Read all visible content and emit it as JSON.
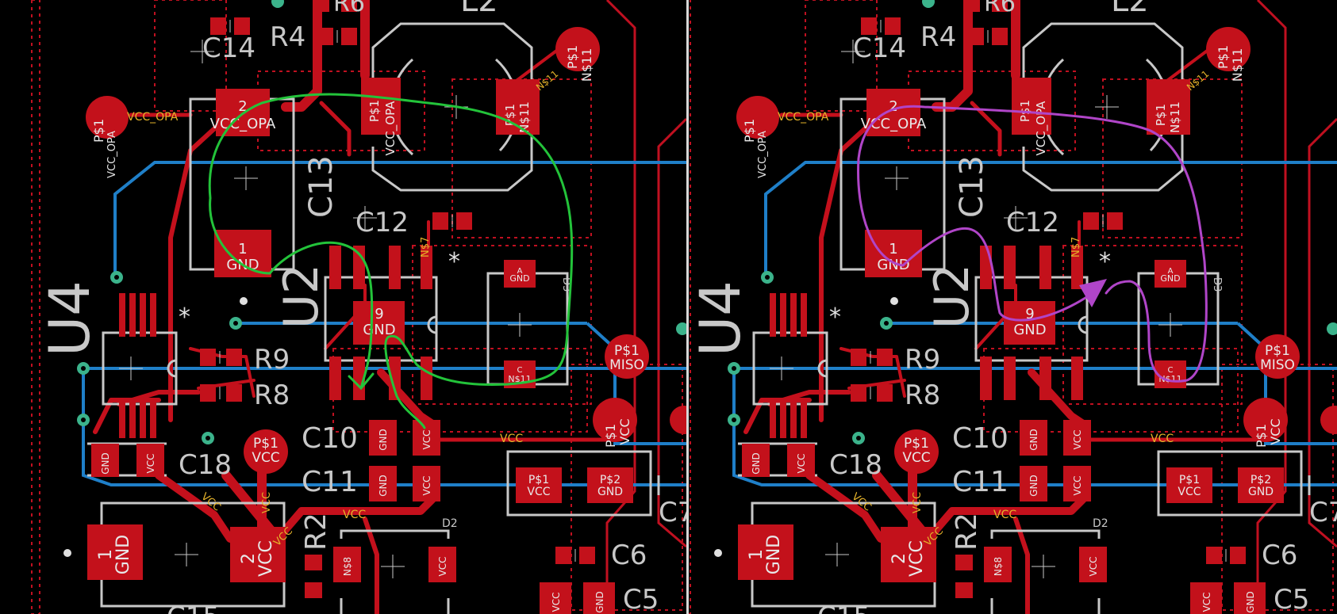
{
  "labels": {
    "C14": "C14",
    "R4": "R4",
    "R6_partial": "R6",
    "L2_partial": "L2",
    "C13": "C13",
    "C12": "C12",
    "U2": "U2",
    "U4": "U4",
    "R9": "R9",
    "R8": "R8",
    "C10": "C10",
    "C11": "C11",
    "C18": "C18",
    "R2": "R2",
    "C6": "C6",
    "C5": "C5",
    "C15_partial": "C15",
    "C7_partial": "C7",
    "D2": "D2",
    "D3": "D3",
    "N7": "N$7",
    "N11": "N$11",
    "N8": "N$8",
    "VCC": "VCC",
    "VCC_OPA": "VCC_OPA",
    "GND": "GND",
    "MISO": "MISO",
    "P1": "P$1",
    "P2": "P$2",
    "pin1": "1",
    "pin2": "2",
    "pin9": "9",
    "pinA": "A",
    "pinC": "C",
    "star": "*"
  },
  "colors": {
    "background": "#000000",
    "copper": "#c4101c",
    "copper_pad": "#c3111b",
    "bottom_trace": "#1f7fc8",
    "silkscreen": "#c8c8c8",
    "via": "#3bb38b",
    "net_label": "#e5b32a",
    "annotation_left": "#23c33a",
    "annotation_right": "#b045c8",
    "outline": "#c01020"
  },
  "annotations": [
    {
      "panel": "left",
      "color": "green",
      "shape": "freehand loop with arrow pointing down"
    },
    {
      "panel": "right",
      "color": "purple",
      "shape": "freehand loop with arrow pointing to pad A of D3"
    }
  ]
}
